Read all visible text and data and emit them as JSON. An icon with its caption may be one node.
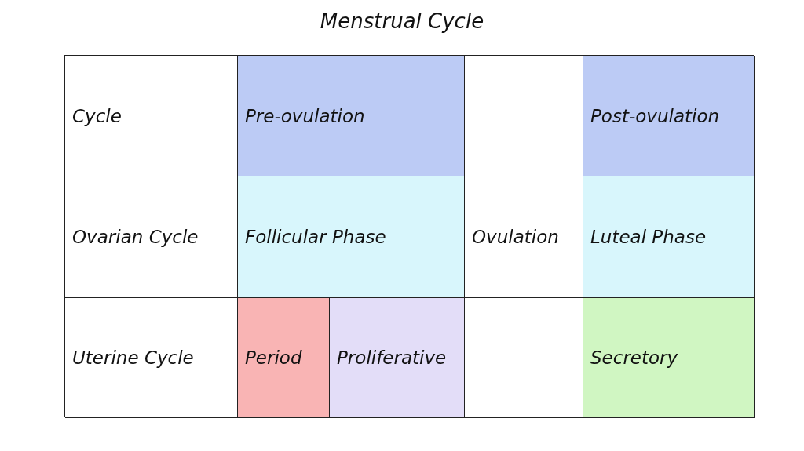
{
  "diagram": {
    "title": "Menstrual Cycle",
    "labels": [
      "Cycle",
      "Pre-ovulation",
      "Post-ovulation",
      "Ovarian Cycle",
      "Follicular Phase",
      "Ovulation",
      "Luteal Phase",
      "Uterine Cycle",
      "Period",
      "Proliferative",
      "Secretory"
    ]
  }
}
